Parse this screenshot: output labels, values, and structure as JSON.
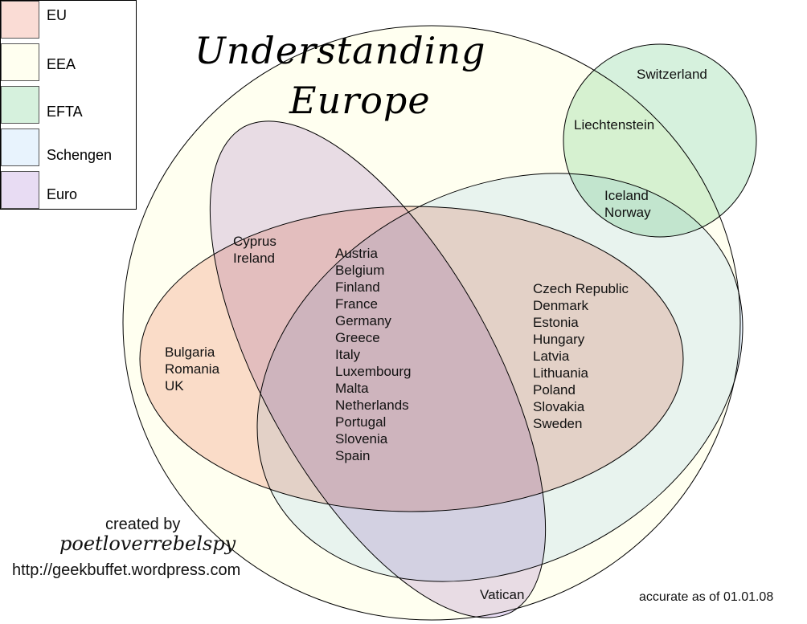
{
  "title": {
    "line1": "Understanding",
    "line2": "Europe"
  },
  "legend": [
    {
      "label": "EU",
      "color": "#fadcd5"
    },
    {
      "label": "EEA",
      "color": "#fffff0"
    },
    {
      "label": "EFTA",
      "color": "#d6f1dd"
    },
    {
      "label": "Schengen",
      "color": "#e8f3fd"
    },
    {
      "label": "Euro",
      "color": "#e8dcf3"
    }
  ],
  "groups": {
    "efta_only": "Switzerland",
    "efta_schengen": "Liechtenstein",
    "efta_eea_schengen": "Iceland\nNorway",
    "eu_euro_only": "Cyprus\nIreland",
    "eu_only": "Bulgaria\nRomania\nUK",
    "eu_euro_schengen": "Austria\nBelgium\nFinland\nFrance\nGermany\nGreece\nItaly\nLuxembourg\nMalta\nNetherlands\nPortugal\nSlovenia\nSpain",
    "eu_schengen": "Czech Republic\nDenmark\nEstonia\nHungary\nLatvia\nLithuania\nPoland\nSlovakia\nSweden",
    "euro_schengen_only": "Vatican"
  },
  "credits": {
    "created_by": "created by",
    "author": "poetloverrebelspy",
    "url": "http://geekbuffet.wordpress.com"
  },
  "accuracy_note": "accurate as of 01.01.08"
}
